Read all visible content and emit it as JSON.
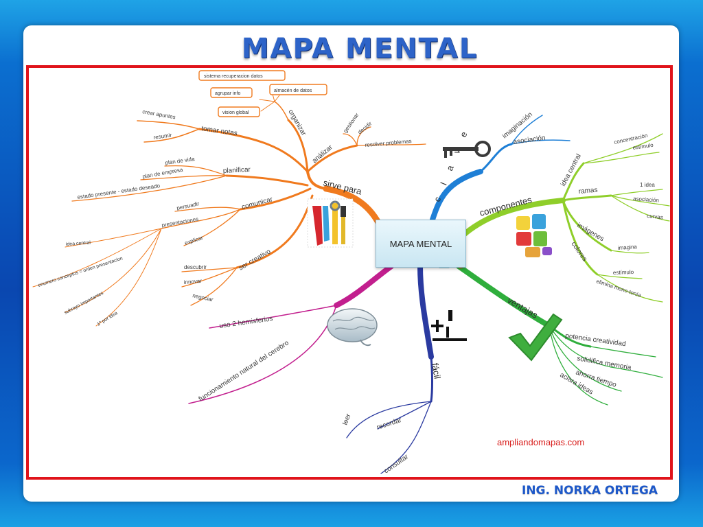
{
  "title": "MAPA  MENTAL",
  "author": "ING. NORKA ORTEGA",
  "central": "MAPA MENTAL",
  "website": "ampliandomapas.com",
  "colors": {
    "orange": "#f07a1e",
    "blue": "#1e7fd6",
    "lime": "#8fce2a",
    "green": "#2fae3c",
    "navy": "#2a3aa0",
    "magenta": "#c21f8e",
    "frame": "#e0141b",
    "title": "#2d63c8"
  },
  "branches": {
    "sirve_para": {
      "label": "sirve para",
      "organizar": {
        "label": "organizar",
        "boxes": [
          "sistema recuperacion datos",
          "agrupar info",
          "almacén de datos",
          "vision global"
        ]
      },
      "tomar_notas": {
        "label": "tomar notas",
        "items": [
          "crear apuntes",
          "resumir"
        ]
      },
      "analizar": {
        "label": "análizar",
        "items": [
          "gestionar",
          "decidir",
          "resolver problemas"
        ]
      },
      "planificar": {
        "label": "planificar",
        "items": [
          "plan de vida",
          "plan de empresa",
          "estado presente - estado deseado"
        ]
      },
      "comunicar": {
        "label": "comunicar",
        "items": [
          "persuadir",
          "presentaciones",
          "explicar"
        ],
        "presentaciones_items": [
          "idea central",
          "enumero conceptos = orden presentacion",
          "subrayo importantes",
          "1º por idea"
        ]
      },
      "ser_creativo": {
        "label": "ser creativo",
        "items": [
          "descubrir",
          "innovar",
          "negociar"
        ]
      }
    },
    "clave": {
      "label": "c l a v e",
      "items": [
        "imaginación",
        "asociación"
      ]
    },
    "componentes": {
      "label": "componentes",
      "idea_central": {
        "label": "idea central",
        "items": [
          "concentración",
          "estímulo"
        ]
      },
      "ramas": {
        "label": "ramas",
        "items": [
          "1 idea",
          "asociación",
          "curvas"
        ]
      },
      "imagenes": {
        "label": "imágenes",
        "items": [
          "imagina"
        ]
      },
      "colores": {
        "label": "colores",
        "items": [
          "estímulo",
          "elimina mono-tonía"
        ]
      }
    },
    "ventajas": {
      "label": "ventajas",
      "items": [
        "potencia creatividad",
        "solidifica memoria",
        "ahorra tiempo",
        "aclara ideas"
      ]
    },
    "facil": {
      "label": "fácil",
      "items": [
        "leer",
        "recordar",
        "consultar"
      ]
    },
    "cerebro": {
      "items": [
        "uso 2 hemisferios",
        "funcionamiento natural del cerebro"
      ]
    }
  },
  "icons": [
    "tools-icon",
    "key-icon",
    "puzzle-icon",
    "checkmark-icon",
    "plus-minus-icon",
    "brain-icon",
    "3d-shapes-icon"
  ]
}
